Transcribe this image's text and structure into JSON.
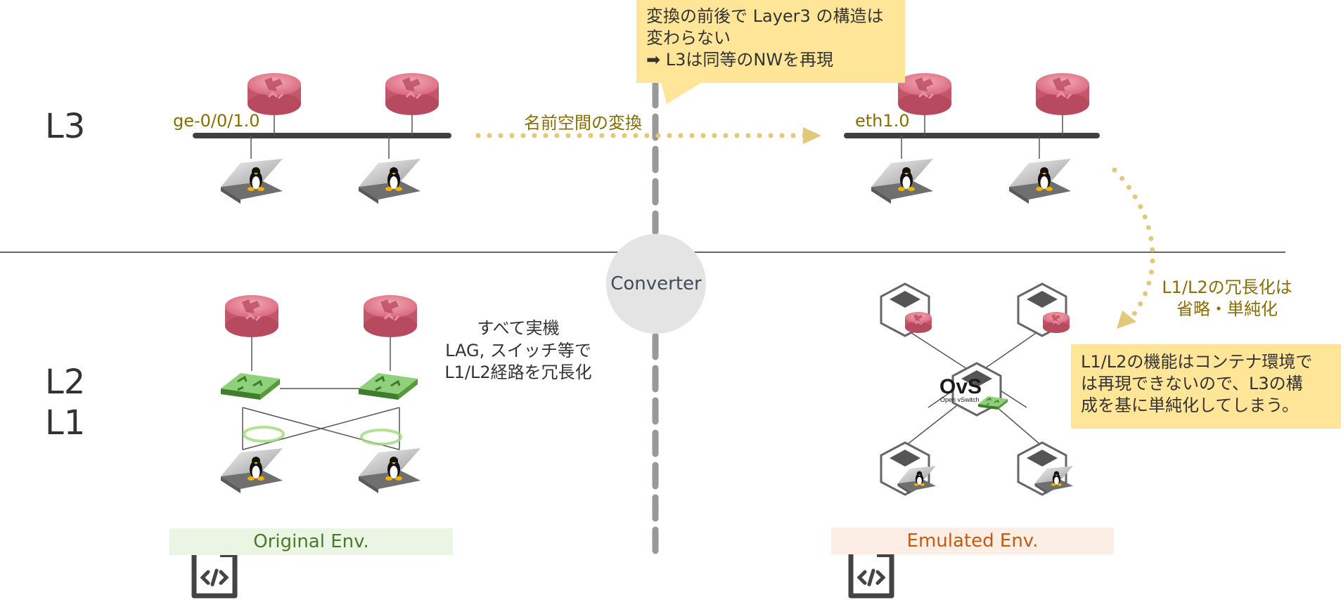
{
  "layers": {
    "l3": "L3",
    "l2": "L2",
    "l1": "L1"
  },
  "original": {
    "interface_label": "ge-0/0/1.0",
    "description": [
      "すべて実機",
      "LAG, スイッチ等で",
      "L1/L2経路を冗長化"
    ],
    "env_label": "Original Env."
  },
  "emulated": {
    "interface_label": "eth1.0",
    "env_label": "Emulated Env.",
    "ovs_logo": "OvS",
    "ovs_sub": "Open vSwitch"
  },
  "converter_label": "Converter",
  "namespace_conversion_label": "名前空間の変換",
  "callout_top": [
    "変換の前後で Layer3 の構造は",
    "変わらない",
    "➡ L3は同等のNWを再現"
  ],
  "redundancy_note": [
    "L1/L2の冗長化は",
    "省略・単純化"
  ],
  "callout_right": [
    "L1/L2の機能はコンテナ環境で",
    "は再現できないので、L3の構",
    "成を基に単純化してしまう。"
  ],
  "colors": {
    "router": "#d9687c",
    "switch": "#6aa84f",
    "accent_gold": "#e3c87a",
    "callout_bg": "#ffe598",
    "original_env_bg": "#eaf5e4",
    "original_env_text": "#4a7a2a",
    "emulated_env_bg": "#fdeee5",
    "emulated_env_text": "#c55a11"
  },
  "icons": [
    "router-icon",
    "linux-server-icon",
    "l2-switch-icon",
    "container-icon",
    "ovs-logo-icon",
    "code-file-icon"
  ]
}
